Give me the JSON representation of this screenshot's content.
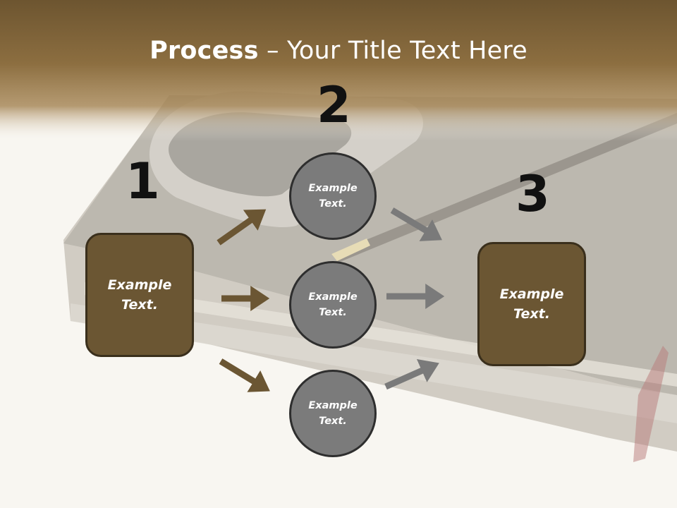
{
  "title": {
    "bold": "Process",
    "rest": " – Your Title Text Here"
  },
  "steps": [
    {
      "number": "1",
      "text_line1": "Example",
      "text_line2": "Text."
    },
    {
      "number": "2"
    },
    {
      "number": "3",
      "text_line1": "Example",
      "text_line2": "Text."
    }
  ],
  "circles": [
    {
      "line1": "Example",
      "line2": "Text."
    },
    {
      "line1": "Example",
      "line2": "Text."
    },
    {
      "line1": "Example",
      "line2": "Text."
    }
  ],
  "colors": {
    "header_brown": "#8a6d3f",
    "box_fill": "#6b5633",
    "circle_fill": "#7b7b7b",
    "arrow_brown": "#6b5633",
    "arrow_gray": "#7a7a7a"
  }
}
